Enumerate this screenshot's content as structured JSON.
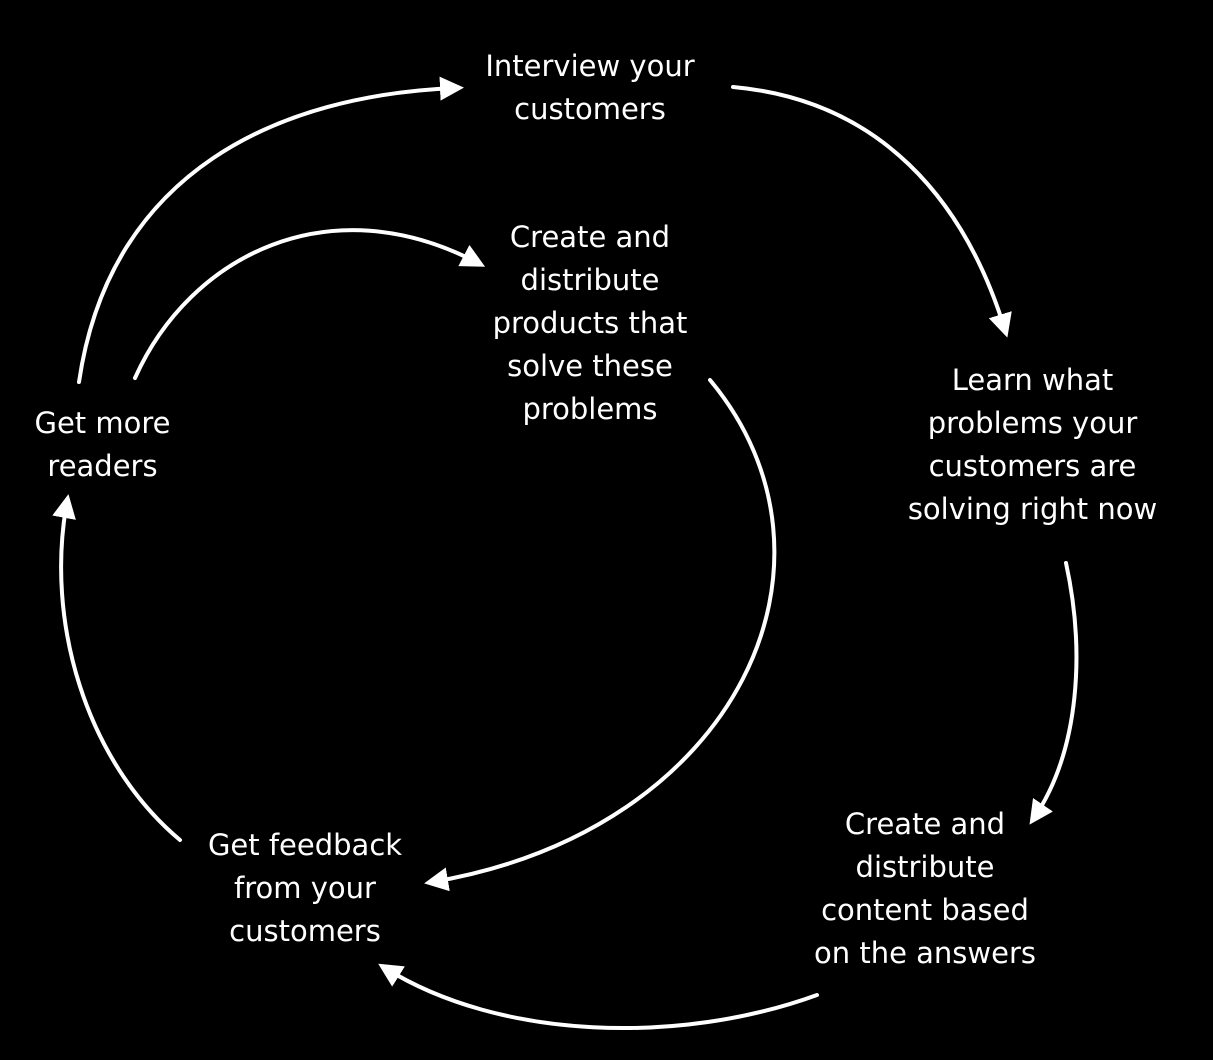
{
  "nodes": {
    "interview": {
      "lines": [
        "Interview your",
        "customers"
      ]
    },
    "learn": {
      "lines": [
        "Learn what",
        "problems your",
        "customers are",
        "solving right now"
      ]
    },
    "content": {
      "lines": [
        "Create and",
        "distribute",
        "content based",
        "on the answers"
      ]
    },
    "feedback": {
      "lines": [
        "Get feedback",
        "from your",
        "customers"
      ]
    },
    "readers": {
      "lines": [
        "Get more",
        "readers"
      ]
    },
    "products": {
      "lines": [
        "Create and",
        "distribute",
        "products that",
        "solve these",
        "problems"
      ]
    }
  },
  "colors": {
    "background": "#000000",
    "foreground": "#ffffff"
  }
}
